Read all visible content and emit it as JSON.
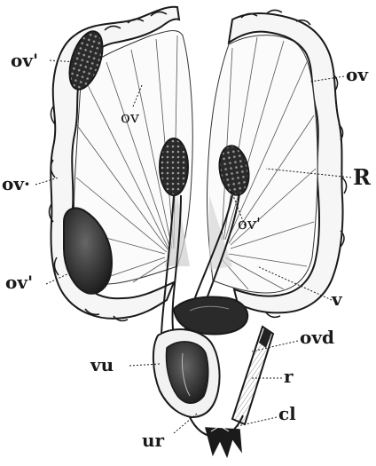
{
  "figure": {
    "labels": {
      "ov_prime_top": "ov'",
      "ov_top_right": "ov",
      "ov_center": "ov",
      "ov_left": "ov·",
      "R": "R",
      "ov_prime_center": "ov'",
      "ov_prime_bottom_left": "ov'",
      "v": "v",
      "ovd": "ovd",
      "vu": "vu",
      "r": "r",
      "cl": "cl",
      "ur": "ur"
    },
    "colors": {
      "ink": "#1a1a1a",
      "paper": "#ffffff",
      "ovary_fill": "#2e2e2e",
      "tube_fill": "#f4f4f4"
    }
  }
}
